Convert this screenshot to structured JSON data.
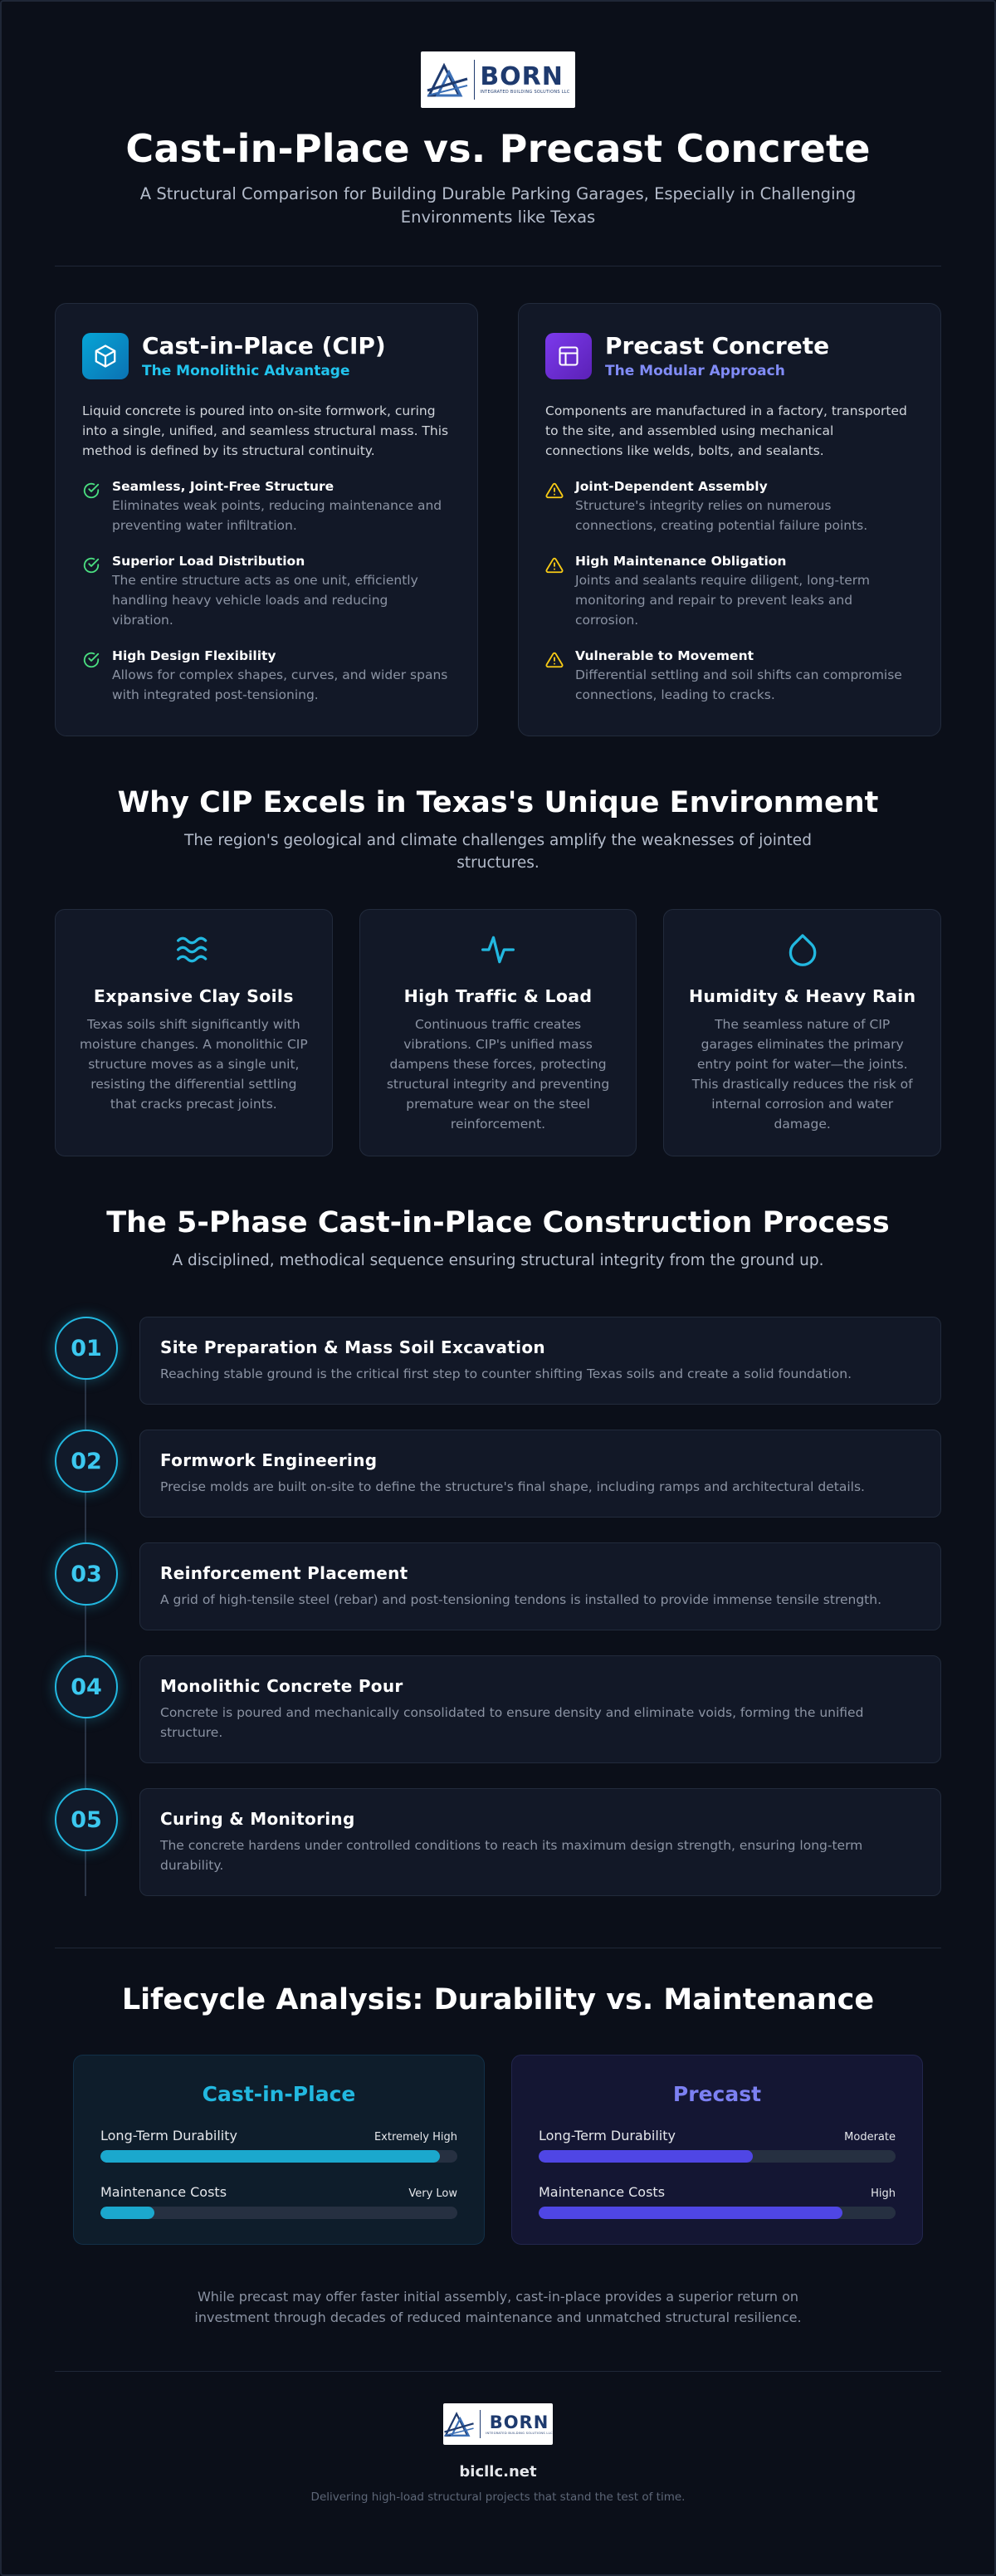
{
  "header": {
    "logo_text": "BORN",
    "logo_tagline": "INTEGRATED BUILDING SOLUTIONS LLC",
    "title": "Cast-in-Place vs. Precast Concrete",
    "subtitle": "A Structural Comparison for Building Durable Parking Garages, Especially in Challenging Environments like Texas"
  },
  "compare": {
    "cip": {
      "icon": "cube-icon",
      "title": "Cast-in-Place (CIP)",
      "tagline": "The Monolithic Advantage",
      "description": "Liquid concrete is poured into on-site formwork, curing into a single, unified, and seamless structural mass. This method is defined by its structural continuity.",
      "features": [
        {
          "icon": "check-circle-icon",
          "title": "Seamless, Joint-Free Structure",
          "text": "Eliminates weak points, reducing maintenance and preventing water infiltration."
        },
        {
          "icon": "check-circle-icon",
          "title": "Superior Load Distribution",
          "text": "The entire structure acts as one unit, efficiently handling heavy vehicle loads and reducing vibration."
        },
        {
          "icon": "check-circle-icon",
          "title": "High Design Flexibility",
          "text": "Allows for complex shapes, curves, and wider spans with integrated post-tensioning."
        }
      ]
    },
    "precast": {
      "icon": "layout-icon",
      "title": "Precast Concrete",
      "tagline": "The Modular Approach",
      "description": "Components are manufactured in a factory, transported to the site, and assembled using mechanical connections like welds, bolts, and sealants.",
      "features": [
        {
          "icon": "warning-triangle-icon",
          "title": "Joint-Dependent Assembly",
          "text": "Structure's integrity relies on numerous connections, creating potential failure points."
        },
        {
          "icon": "warning-triangle-icon",
          "title": "High Maintenance Obligation",
          "text": "Joints and sealants require diligent, long-term monitoring and repair to prevent leaks and corrosion."
        },
        {
          "icon": "warning-triangle-icon",
          "title": "Vulnerable to Movement",
          "text": "Differential settling and soil shifts can compromise connections, leading to cracks."
        }
      ]
    }
  },
  "environment": {
    "title": "Why CIP Excels in Texas's Unique Environment",
    "subtitle": "The region's geological and climate challenges amplify the weaknesses of jointed structures.",
    "cards": [
      {
        "icon": "waves-icon",
        "title": "Expansive Clay Soils",
        "text": "Texas soils shift significantly with moisture changes. A monolithic CIP structure moves as a single unit, resisting the differential settling that cracks precast joints."
      },
      {
        "icon": "activity-icon",
        "title": "High Traffic & Load",
        "text": "Continuous traffic creates vibrations. CIP's unified mass dampens these forces, protecting structural integrity and preventing premature wear on the steel reinforcement."
      },
      {
        "icon": "droplet-icon",
        "title": "Humidity & Heavy Rain",
        "text": "The seamless nature of CIP garages eliminates the primary entry point for water—the joints. This drastically reduces the risk of internal corrosion and water damage."
      }
    ]
  },
  "process": {
    "title": "The 5-Phase Cast-in-Place Construction Process",
    "subtitle": "A disciplined, methodical sequence ensuring structural integrity from the ground up.",
    "steps": [
      {
        "num": "01",
        "title": "Site Preparation & Mass Soil Excavation",
        "text": "Reaching stable ground is the critical first step to counter shifting Texas soils and create a solid foundation."
      },
      {
        "num": "02",
        "title": "Formwork Engineering",
        "text": "Precise molds are built on-site to define the structure's final shape, including ramps and architectural details."
      },
      {
        "num": "03",
        "title": "Reinforcement Placement",
        "text": "A grid of high-tensile steel (rebar) and post-tensioning tendons is installed to provide immense tensile strength."
      },
      {
        "num": "04",
        "title": "Monolithic Concrete Pour",
        "text": "Concrete is poured and mechanically consolidated to ensure density and eliminate voids, forming the unified structure."
      },
      {
        "num": "05",
        "title": "Curing & Monitoring",
        "text": "The concrete hardens under controlled conditions to reach its maximum design strength, ensuring long-term durability."
      }
    ]
  },
  "lifecycle": {
    "title": "Lifecycle Analysis: Durability vs. Maintenance",
    "cip": {
      "title": "Cast-in-Place",
      "metrics": [
        {
          "label": "Long-Term Durability",
          "value": "Extremely High",
          "percent": 95
        },
        {
          "label": "Maintenance Costs",
          "value": "Very Low",
          "percent": 15
        }
      ]
    },
    "precast": {
      "title": "Precast",
      "metrics": [
        {
          "label": "Long-Term Durability",
          "value": "Moderate",
          "percent": 60
        },
        {
          "label": "Maintenance Costs",
          "value": "High",
          "percent": 85
        }
      ]
    },
    "conclusion": "While precast may offer faster initial assembly, cast-in-place provides a superior return on investment through decades of reduced maintenance and unmatched structural resilience."
  },
  "footer": {
    "site": "bicllc.net",
    "tagline": "Delivering high-load structural projects that stand the test of time."
  },
  "colors": {
    "background": "#0b0f19",
    "card": "#121827",
    "cip_accent": "#22b8e0",
    "precast_accent": "#6366f1",
    "check_green": "#4ade80",
    "warning_yellow": "#facc15"
  }
}
